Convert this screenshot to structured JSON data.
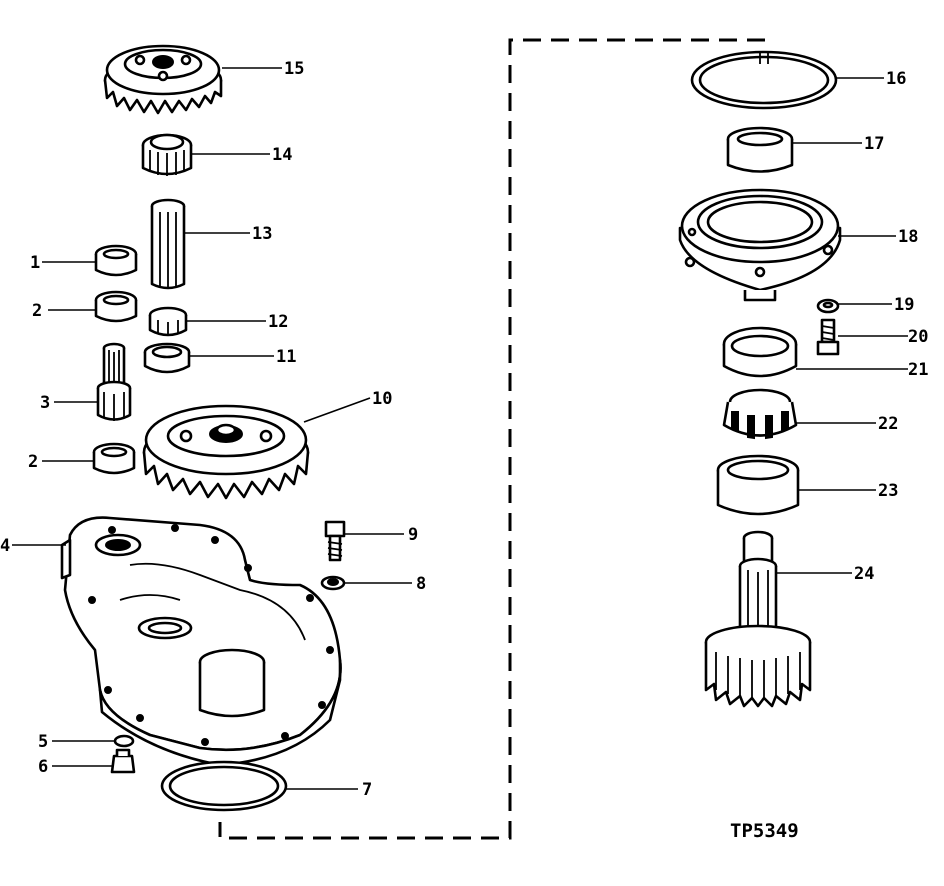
{
  "figure_id": "TP5349",
  "callouts": [
    "1",
    "2",
    "3",
    "2",
    "4",
    "5",
    "6",
    "7",
    "8",
    "9",
    "10",
    "11",
    "12",
    "13",
    "14",
    "15",
    "16",
    "17",
    "18",
    "19",
    "20",
    "21",
    "22",
    "23",
    "24"
  ]
}
